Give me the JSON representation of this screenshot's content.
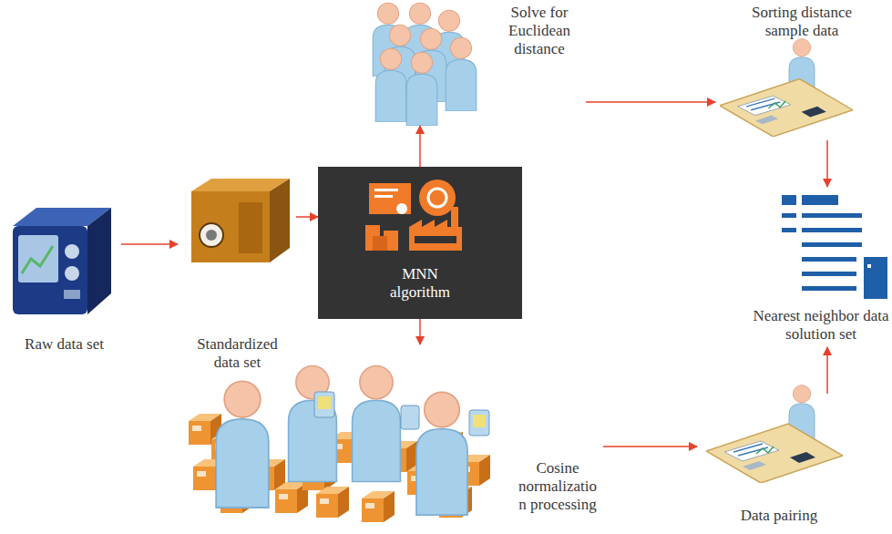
{
  "diagram": {
    "nodes": [
      {
        "text": [
          "Raw data set"
        ]
      },
      {
        "text": [
          "Standardized data set"
        ]
      },
      {
        "text": [
          "MNN algorithm"
        ]
      },
      {
        "text": [
          "Solve for Euclidean distance"
        ]
      },
      {
        "text": [
          "Sorting distance sample data"
        ]
      },
      {
        "text": [
          "Nearest neighbor data solution set"
        ]
      },
      {
        "text": [
          "Cosine normalizatio n processing"
        ]
      },
      {
        "text": [
          "Data pairing"
        ]
      }
    ],
    "edges": [
      {
        "from": 0,
        "to": 1,
        "arrow": "to"
      },
      {
        "from": 1,
        "to": 2,
        "arrow": "to"
      },
      {
        "from": 2,
        "to": 3,
        "arrow": "to"
      },
      {
        "from": 2,
        "to": 6,
        "arrow": "to"
      },
      {
        "from": 3,
        "to": 4,
        "arrow": "to"
      },
      {
        "from": 4,
        "to": 5,
        "arrow": "to"
      },
      {
        "from": 6,
        "to": 7,
        "arrow": "to"
      },
      {
        "from": 7,
        "to": 5,
        "arrow": "to"
      }
    ]
  }
}
